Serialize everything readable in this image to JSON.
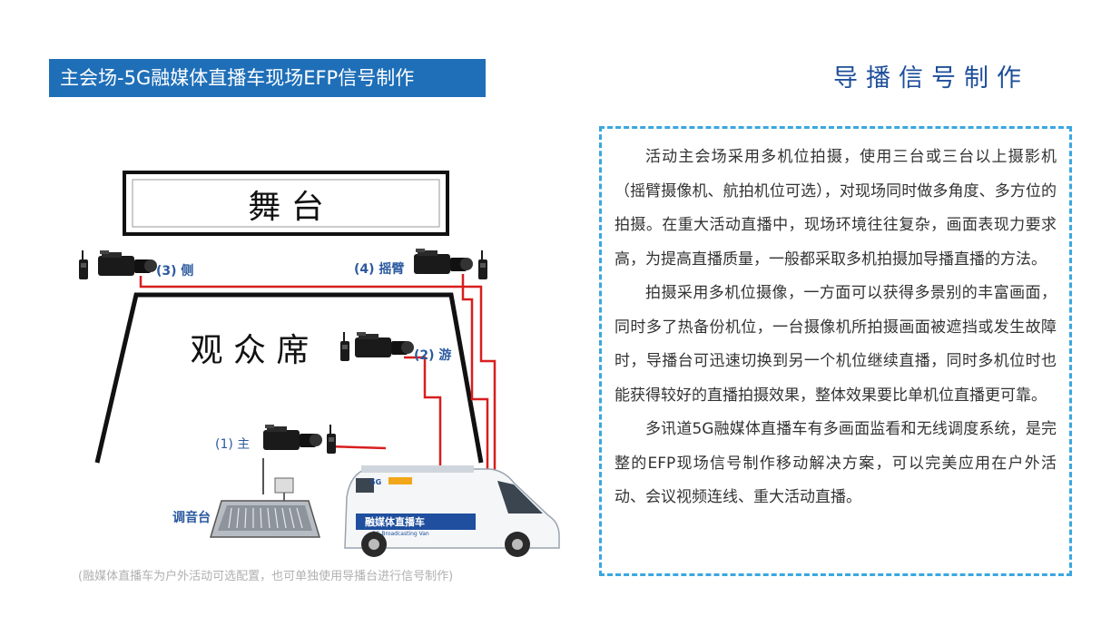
{
  "title": "主会场-5G融媒体直播车现场EFP信号制作",
  "section_heading": "导播信号制作",
  "paragraphs": [
    "活动主会场采用多机位拍摄，使用三台或三台以上摄影机（摇臂摄像机、航拍机位可选），对现场同时做多角度、多方位的拍摄。在重大活动直播中，现场环境往往复杂，画面表现力要求高，为提高直播质量，一般都采取多机拍摄加导播直播的方法。",
    "拍摄采用多机位摄像，一方面可以获得多景别的丰富画面，同时多了热备份机位，一台摄像机所拍摄画面被遮挡或发生故障时，导播台可迅速切换到另一个机位继续直播，同时多机位时也能获得较好的直播拍摄效果，整体效果要比单机位直播更可靠。",
    "多讯道5G融媒体直播车有多画面监看和无线调度系统，是完整的EFP现场信号制作移动解决方案，可以完美应用在户外活动、会议视频连线、重大活动直播。"
  ],
  "diagram": {
    "stage_label": "舞  台",
    "audience_label": "观 众 席",
    "cameras": [
      {
        "label": "(1) 主"
      },
      {
        "label": "(2) 游"
      },
      {
        "label": "(3) 侧"
      },
      {
        "label": "(4) 摇臂"
      }
    ],
    "mixer_label": "调音台",
    "van": {
      "badge": "5G",
      "sign": "融媒体直播车",
      "sub": "5G Broadcasting Van"
    },
    "colors": {
      "cable": "#d81e1e",
      "label": "#2c5aa0",
      "wall": "#111111"
    }
  },
  "caption": "(融媒体直播车为户外活动可选配置，也可单独使用导播台进行信号制作)"
}
